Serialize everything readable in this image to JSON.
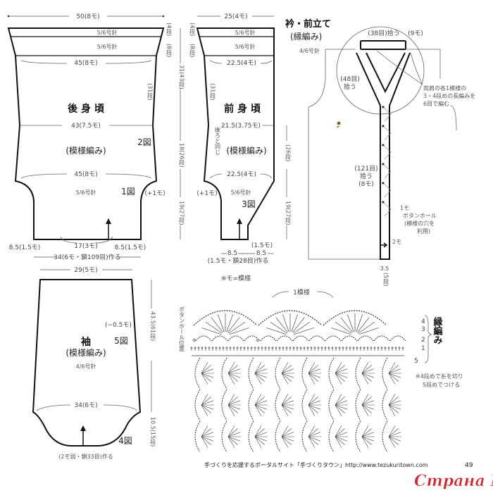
{
  "back": {
    "width_top": "50(8モ)",
    "needle_band1": "5/6号針",
    "needle_band2": "5/6号針",
    "width_45a": "45(8モ)",
    "title": "後 身 頃",
    "width_43": "43(7.5モ)",
    "pattern": "(模様編み)",
    "fig2": "2図",
    "width_45b": "45(8モ)",
    "needle": "5/6号針",
    "fig1": "1図",
    "plus": "(+1モ)",
    "bottom_left": "8.5(1.5モ)",
    "bottom_mid": "17(3モ)",
    "bottom_right": "8.5(1.5モ)",
    "cast_on": "34(6モ・鎖109目)作る",
    "rows_4": "(4段)",
    "rows_8": "(8段)",
    "rows_31": "(31段)",
    "len_31": "31(43段)",
    "len_18": "18(26段)",
    "len_19": "19(27段)"
  },
  "front": {
    "width_top": "25(4モ)",
    "needle_band1": "5/6号針",
    "needle_band2": "5/6号針",
    "width_22a": "22.5(4モ)",
    "title": "前 身 頃",
    "width_21": "21.5(3.75モ)",
    "same_as_back": "後ろと同じ",
    "pattern": "(模様編み)",
    "width_22b": "22.5(4モ)",
    "needle": "5/6号針",
    "fig3": "3図",
    "plus": "(+1モ)",
    "rows_4": "(4段)",
    "rows_8": "(8段)",
    "rows_31": "(31段)",
    "rows_26": "(26段)",
    "len_19": "19(27段)",
    "bottom_a": "8.5",
    "bottom_b": "8.5",
    "bottom_b_note": "(1.5モ)",
    "cast_on": "(1.5モ・鎖28目)作る"
  },
  "note_mo": "※モ=模様",
  "collar": {
    "title": "衿・前立て",
    "subtitle": "(縁編み)",
    "needle": "4/6号針",
    "pick_38": "(38目)拾う",
    "mo_9": "(9モ)",
    "pick_48a": "(48目)",
    "pick_48b": "拾う",
    "shoulder_note": [
      "両肩の各1模様の",
      "3・4段めの長編みを",
      "6目で編む"
    ],
    "pick_121": [
      "(121目)",
      "拾う",
      "(8モ)"
    ],
    "mo_1": "1モ",
    "buttonhole": [
      "ボタンホール",
      "(模様の穴を",
      "利用)"
    ],
    "mo_2": "2モ",
    "band_len": "3.5",
    "band_rows": "(5段)"
  },
  "sleeve": {
    "width_top": "29(5モ)",
    "minus": "(−0.5モ)",
    "title": "袖",
    "fig5": "5図",
    "pattern": "(模様編み)",
    "needle": "4/6号針",
    "width_34": "34(6モ)",
    "fig4": "4図",
    "cast_on": "(2モ弱・鎖33目)作る",
    "len_43": "43.5(61段)",
    "len_10": "10.5(15段)"
  },
  "chart": {
    "repeat": "1模様",
    "buttonhole_pos": "ボタンホール位置",
    "rows": [
      "4",
      "3",
      "2",
      "1",
      "5"
    ],
    "edging": "縁編み",
    "note": [
      "※4段めで糸を切り",
      "5段めでつける"
    ]
  },
  "footer": {
    "text": "手づくりを応援するポータルサイト「手づくりタウン」http://www.tezukuritown.com",
    "page": "49"
  },
  "watermark": "Страна Мам",
  "colors": {
    "line": "#111111",
    "watermark": "#d8232a",
    "flower": "#d82020"
  }
}
